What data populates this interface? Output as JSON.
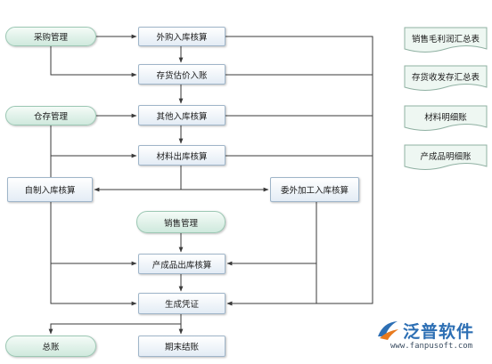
{
  "colors": {
    "line": "#3a3a3a",
    "box_border": "#9fb5c9",
    "pill_fill": "#cfe9dd",
    "doc_border": "#8fb0a2",
    "logo_blue": "#2d6fb4",
    "logo_orange": "#e87a1e"
  },
  "nodes": {
    "purchase_mgmt": "采购管理",
    "warehouse_mgmt": "仓存管理",
    "sales_mgmt": "销售管理",
    "purchase_in": "外购入库核算",
    "stock_estimate": "存货估价入账",
    "other_in": "其他入库核算",
    "material_out": "材料出库核算",
    "self_made_in": "自制入库核算",
    "outsourced_in": "委外加工入库核算",
    "product_out": "产成品出库核算",
    "voucher": "生成凭证",
    "general_ledger": "总账",
    "period_close": "期末结账"
  },
  "reports": [
    "销售毛利润汇总表",
    "存货收发存汇总表",
    "材料明细账",
    "产成品明细账"
  ],
  "logo": {
    "name": "泛普软件",
    "url": "www.fanpusoft.com",
    "icon": "fanpu-logo-icon"
  }
}
